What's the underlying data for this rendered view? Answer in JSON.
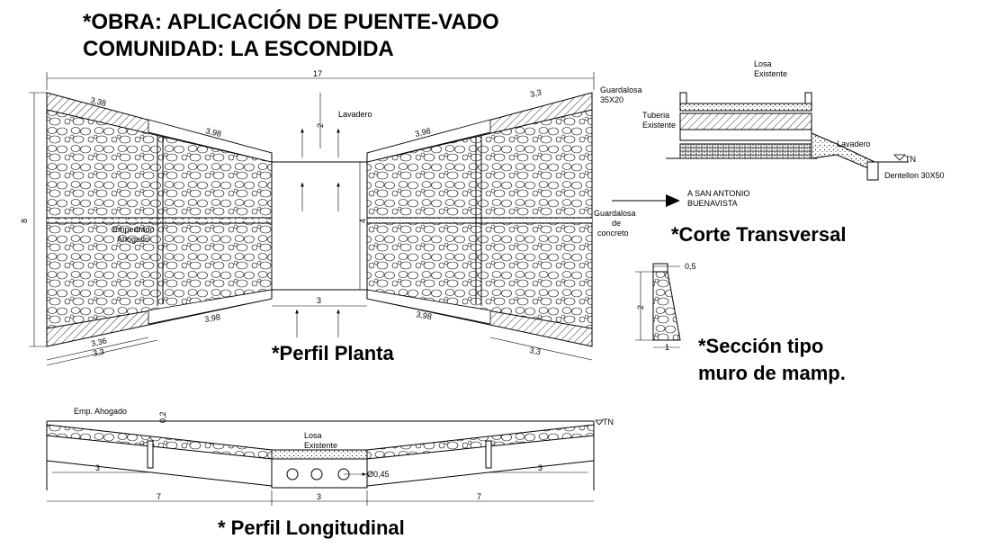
{
  "title": {
    "line1": "*OBRA: APLICACIÓN DE PUENTE-VADO",
    "line2": "COMUNIDAD: LA ESCONDIDA"
  },
  "sections": {
    "plan": "*Perfil Planta",
    "transversal": "*Corte Transversal",
    "wall_line1": "*Sección tipo",
    "wall_line2": "muro de mamp.",
    "longitudinal": "* Perfil Longitudinal"
  },
  "plan_labels": {
    "lavadero": "Lavadero",
    "guardalosa_top_1": "Guardalosa",
    "guardalosa_top_2": "35X20",
    "guardalosa_side_1": "Guardalosa",
    "guardalosa_side_2": "de",
    "guardalosa_side_3": "concreto",
    "empedrado_1": "Empedrado",
    "empedrado_2": "Ahogado"
  },
  "plan_dims": {
    "total": "17",
    "left_wing_top": "3,38",
    "right_wing_top": "3,3",
    "left_top_slope": "3,98",
    "right_top_slope": "3,98",
    "left_bottom_slope": "3,98",
    "right_bottom_slope": "3,98",
    "height": "8",
    "center_height": "4",
    "center_top": "2",
    "center_width": "3",
    "left_wing_bottom_1": "3,36",
    "left_wing_bottom_2": "3,3",
    "right_wing_bottom": "3,3"
  },
  "transversal_labels": {
    "losa_1": "Losa",
    "losa_2": "Existente",
    "tuberia_1": "Tuberia",
    "tuberia_2": "Existente",
    "lavadero": "Lavadero",
    "tn": "TN",
    "dentellon": "Dentellon 30X50",
    "direction_1": "A SAN ANTONIO",
    "direction_2": "BUENAVISTA"
  },
  "wall_dims": {
    "top": "0,5",
    "height": "2",
    "base": "1"
  },
  "longitudinal_labels": {
    "emp": "Emp. Ahogado",
    "thickness": "0,2",
    "losa_1": "Losa",
    "losa_2": "Existente",
    "pipe": "Ø0,45",
    "tn": "TN"
  },
  "longitudinal_dims": {
    "left_inner": "3",
    "right_inner": "3",
    "left_total": "7",
    "center": "3",
    "right_total": "7"
  }
}
